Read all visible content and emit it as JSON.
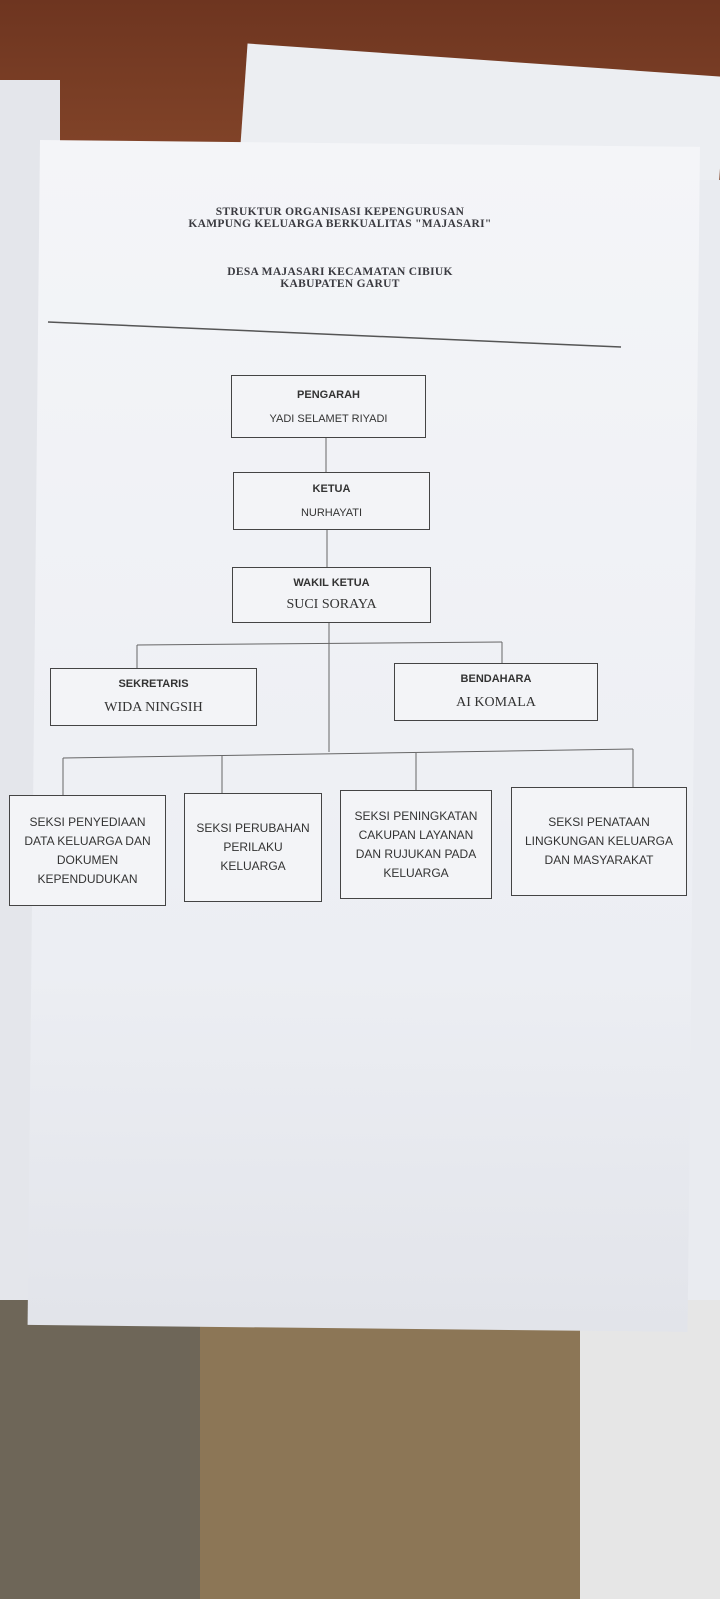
{
  "document": {
    "title_line1": "STRUKTUR ORGANISASI KEPENGURUSAN",
    "title_line2": "KAMPUNG KELUARGA BERKUALITAS \"MAJASARI\"",
    "subtitle_line1": "DESA MAJASARI KECAMATAN CIBIUK",
    "subtitle_line2": "KABUPATEN GARUT"
  },
  "org_chart": {
    "pengarah": {
      "role": "PENGARAH",
      "name": "YADI SELAMET RIYADI"
    },
    "ketua": {
      "role": "KETUA",
      "name": "NURHAYATI"
    },
    "wakil_ketua": {
      "role": "WAKIL KETUA",
      "name": "SUCI SORAYA"
    },
    "sekretaris": {
      "role": "SEKRETARIS",
      "name": "WIDA NINGSIH"
    },
    "bendahara": {
      "role": "BENDAHARA",
      "name": "AI KOMALA"
    },
    "seksi": [
      "SEKSI PENYEDIAAN DATA KELUARGA DAN DOKUMEN KEPENDUDUKAN",
      "SEKSI PERUBAHAN PERILAKU KELUARGA",
      "SEKSI PENINGKATAN CAKUPAN LAYANAN DAN RUJUKAN PADA KELUARGA",
      "SEKSI PENATAAN LINGKUNGAN KELUARGA DAN MASYARAKAT"
    ]
  }
}
